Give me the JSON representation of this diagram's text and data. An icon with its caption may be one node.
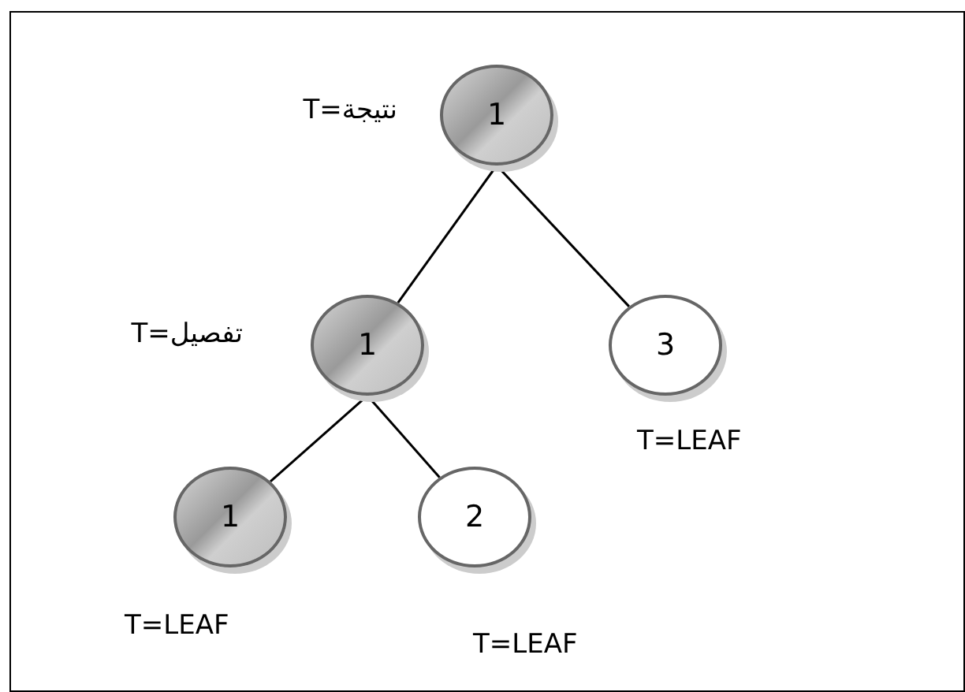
{
  "diagram": {
    "nodes": [
      {
        "text": [
          "1"
        ],
        "beside": [
          "نتيجة=T"
        ]
      },
      {
        "text": [
          "1"
        ],
        "beside": [
          "تفصيل=T"
        ]
      },
      {
        "text": [
          "3"
        ],
        "beside": [
          "T=LEAF"
        ]
      },
      {
        "text": [
          "1"
        ],
        "beside": [
          "T=LEAF"
        ]
      },
      {
        "text": [
          "2"
        ],
        "beside": [
          "T=LEAF"
        ]
      }
    ],
    "edges": [
      {
        "from": 0,
        "to": 1,
        "arrow": "none"
      },
      {
        "from": 0,
        "to": 2,
        "arrow": "none"
      },
      {
        "from": 1,
        "to": 3,
        "arrow": "none"
      },
      {
        "from": 1,
        "to": 4,
        "arrow": "none"
      }
    ]
  }
}
